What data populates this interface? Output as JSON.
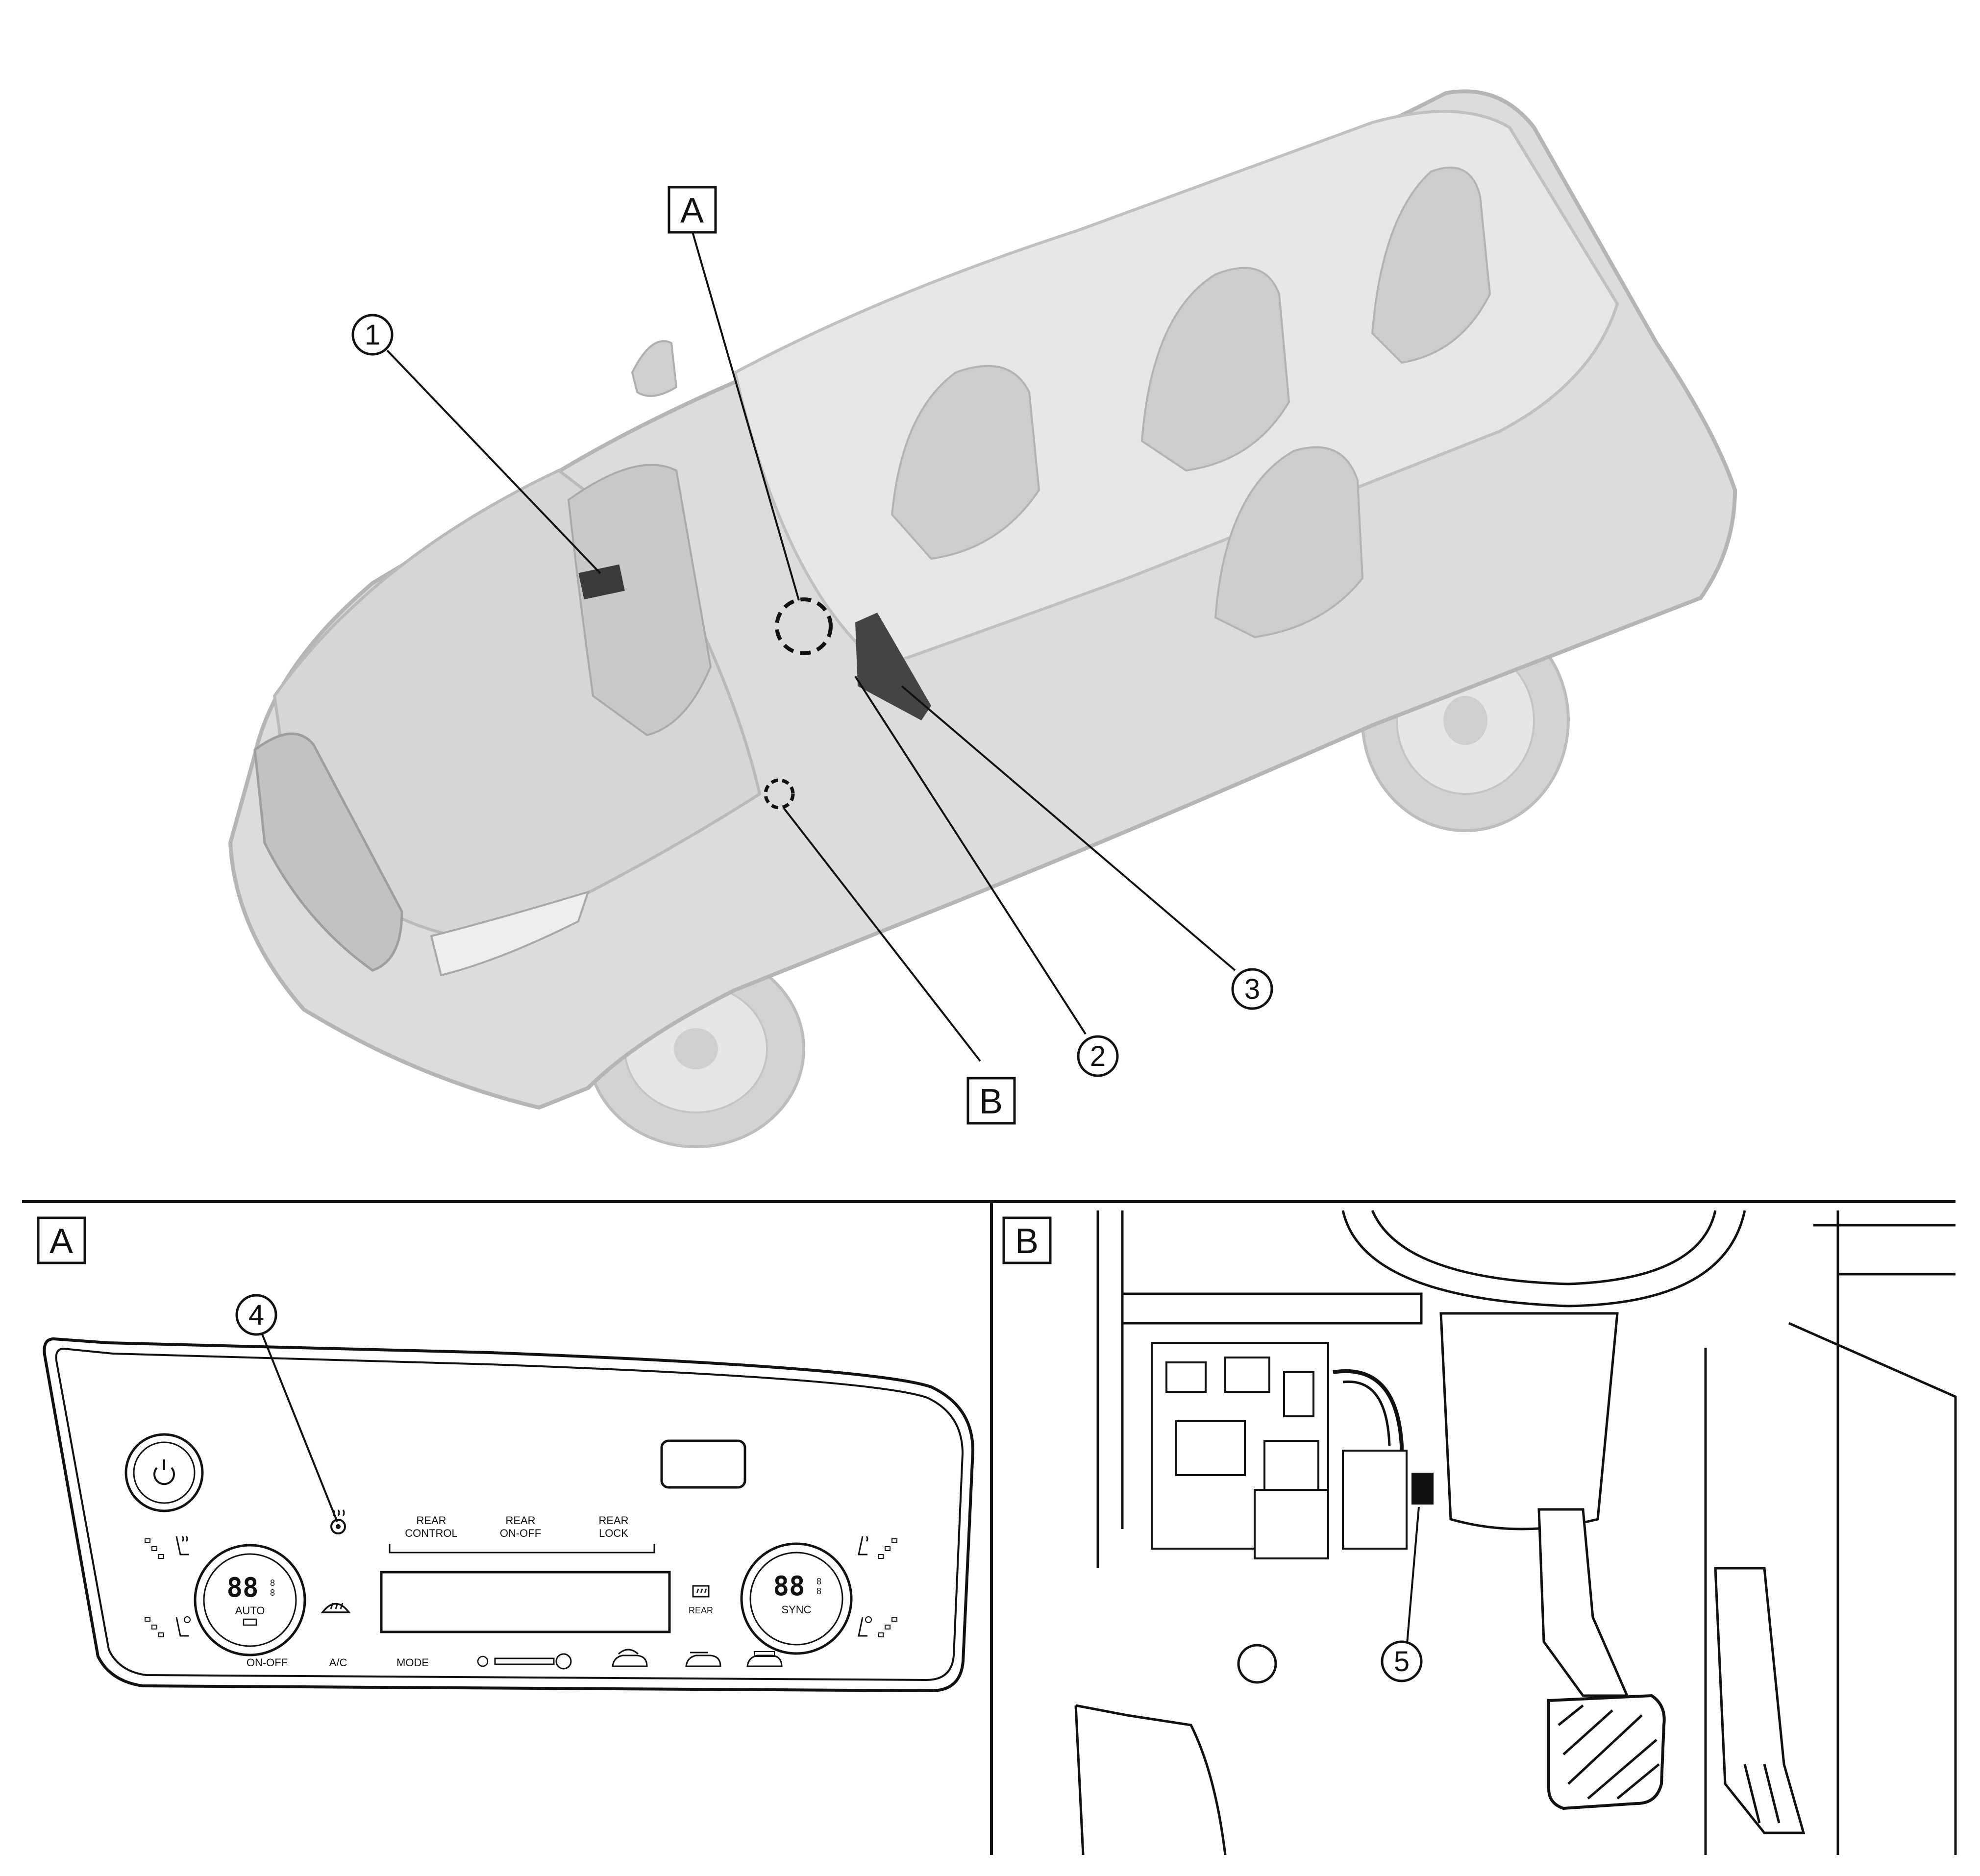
{
  "callouts": {
    "c1": "1",
    "c2": "2",
    "c3": "3",
    "c4": "4",
    "c5": "5"
  },
  "view_labels": {
    "a": "A",
    "b": "B"
  },
  "panel_a": {
    "rear_control_l1": "REAR",
    "rear_control_l2": "CONTROL",
    "rear_onoff_l1": "REAR",
    "rear_onoff_l2": "ON-OFF",
    "rear_lock_l1": "REAR",
    "rear_lock_l2": "LOCK",
    "left_display": "88",
    "left_mode": "AUTO",
    "right_display": "88",
    "right_mode": "SYNC",
    "rear_defrost_label": "REAR",
    "on_off": "ON-OFF",
    "ac": "A/C",
    "mode": "MODE"
  },
  "icons": [
    "power-icon",
    "steering-heat-icon",
    "front-defrost-icon",
    "rear-defrost-icon",
    "seat-heat-icon",
    "seat-vent-icon",
    "fan-low-icon",
    "fan-high-icon",
    "recirculation-icon",
    "fresh-air-icon",
    "clean-air-icon"
  ]
}
